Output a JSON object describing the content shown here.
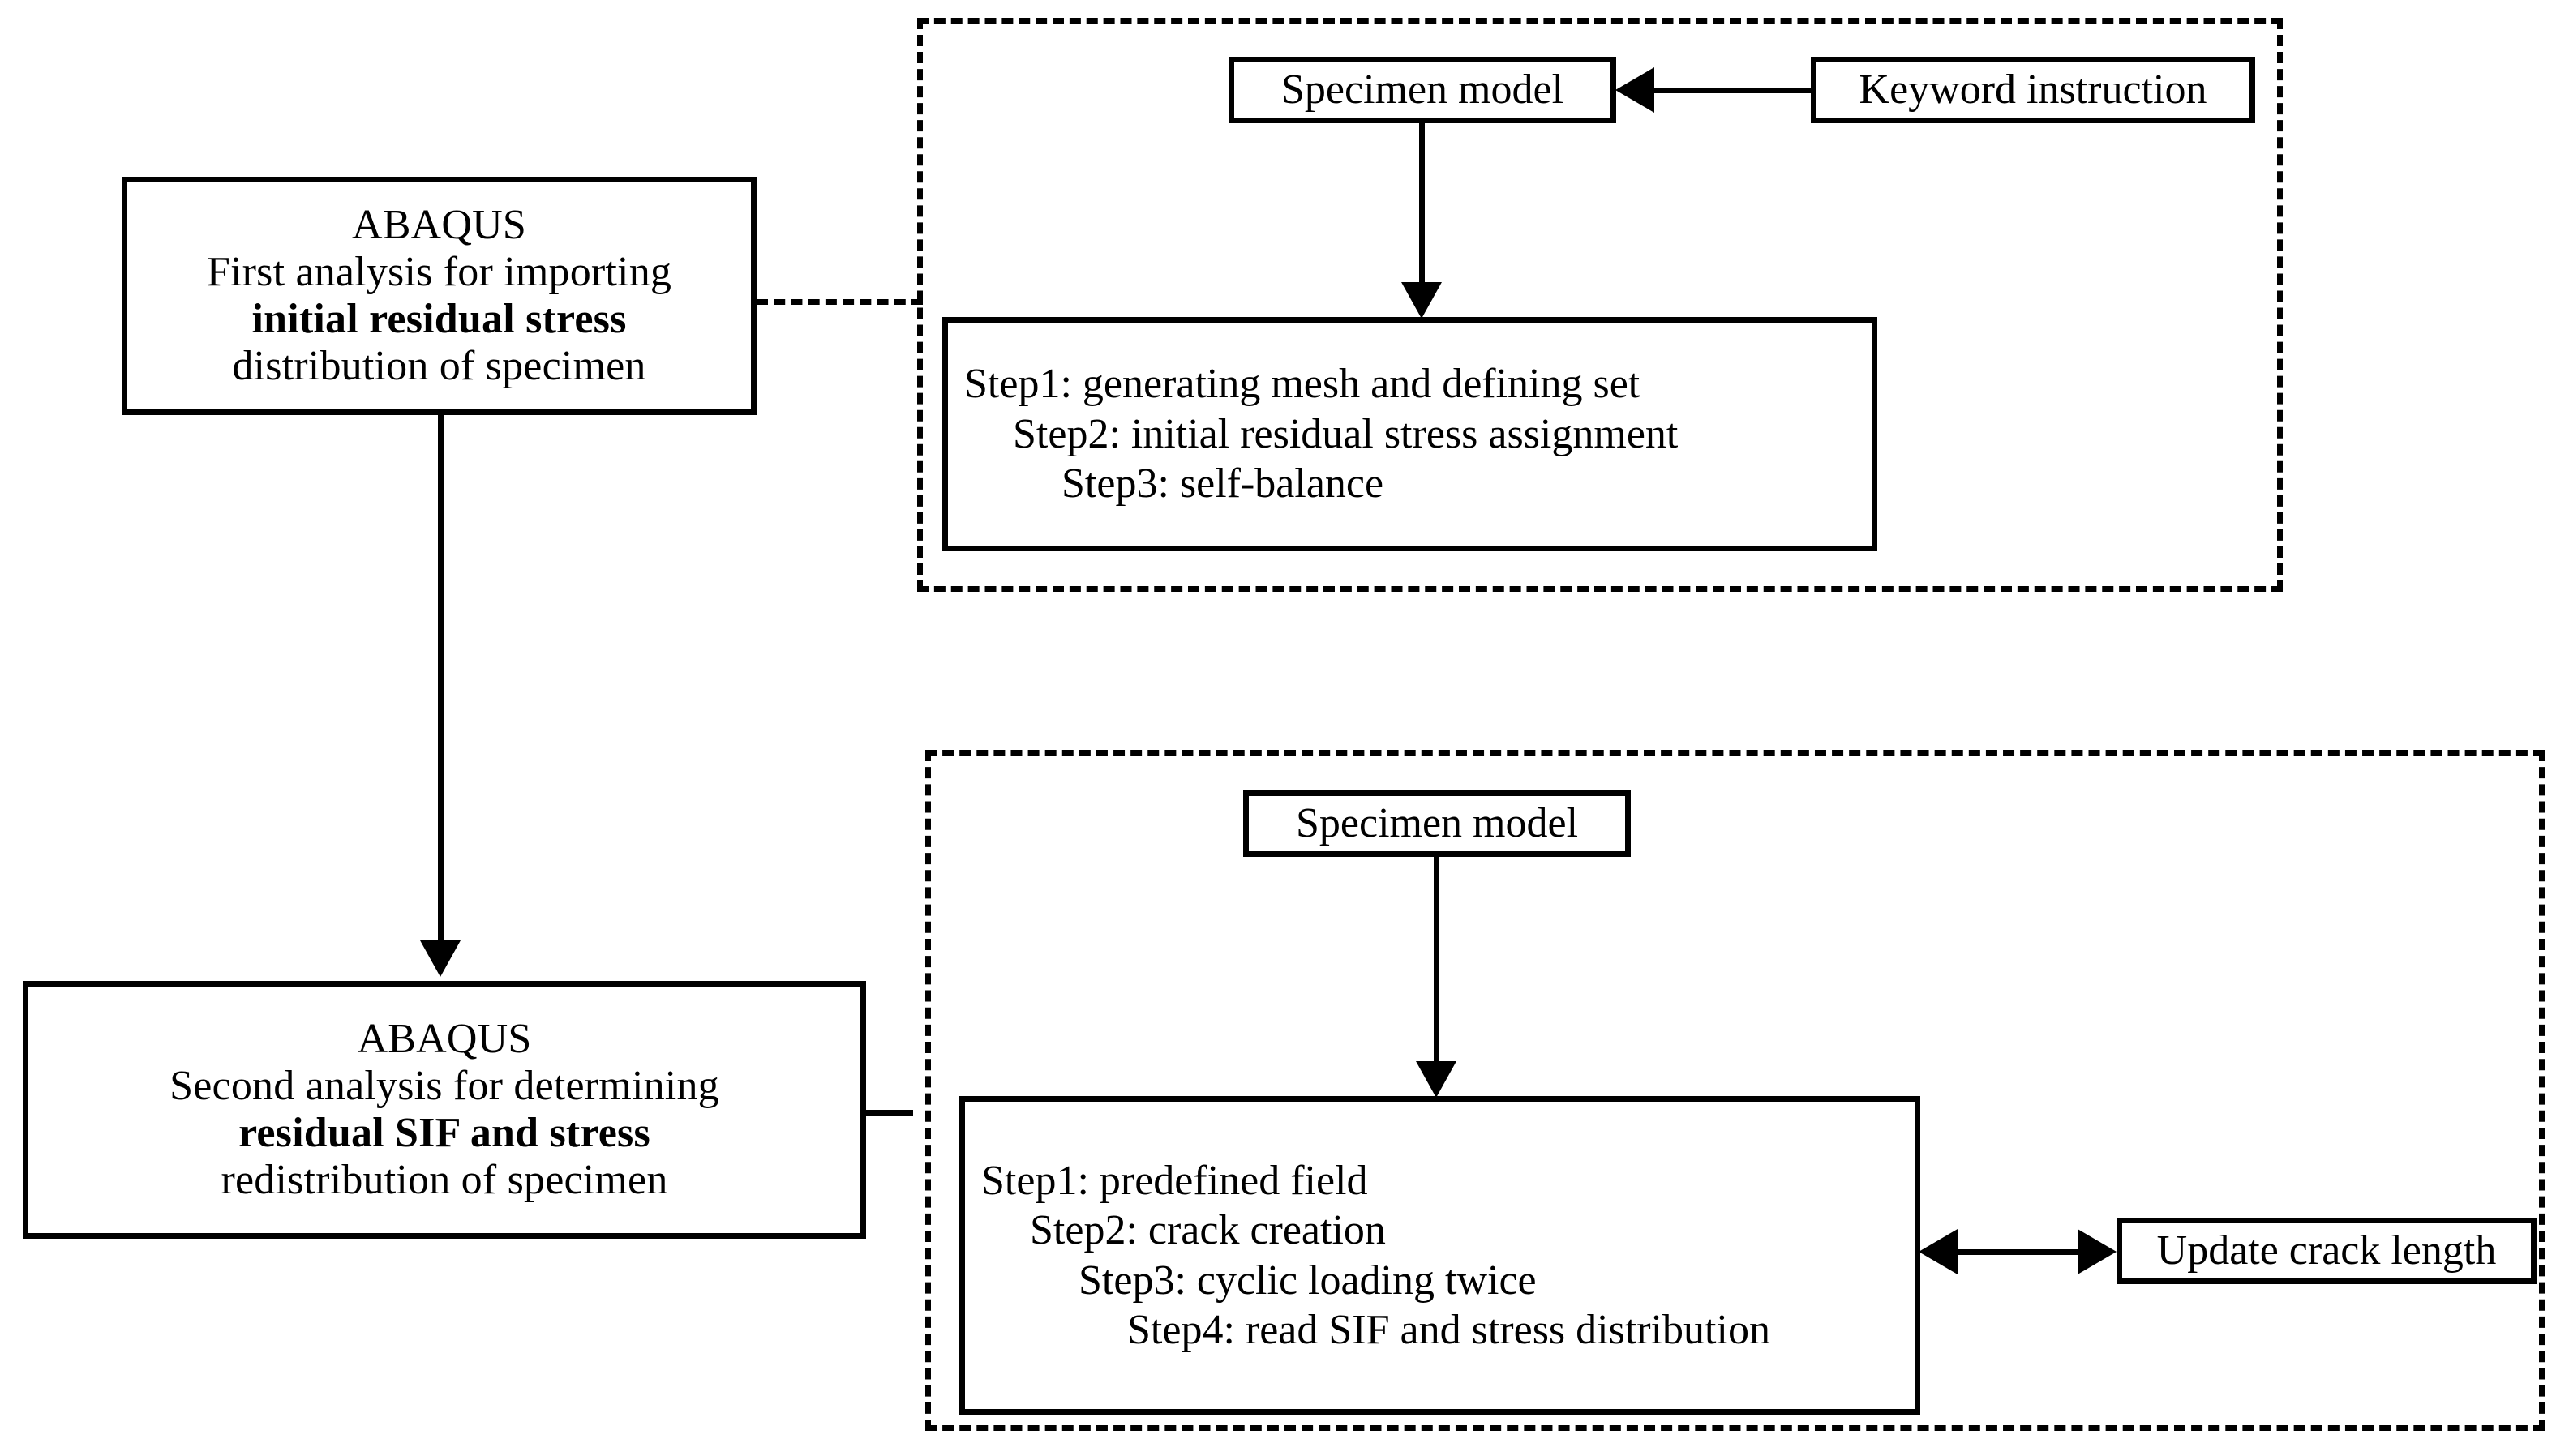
{
  "diagram": {
    "title": "ABAQUS residual stress and SIF analysis flowchart",
    "colors": {
      "stroke": "#000000",
      "background": "#ffffff"
    },
    "left_boxes": [
      {
        "id": "abaqus-first-analysis",
        "lines": [
          {
            "text": "ABAQUS",
            "bold": false
          },
          {
            "text": "First analysis for importing",
            "bold": false
          },
          {
            "text": "initial residual stress",
            "bold": true
          },
          {
            "text": "distribution of specimen",
            "bold": false,
            "bold_prefix": "distribution"
          }
        ],
        "line1": "ABAQUS",
        "line2": "First analysis for importing",
        "line3": "initial residual stress",
        "line4_bold": "distribution",
        "line4_rest": " of specimen"
      },
      {
        "id": "abaqus-second-analysis",
        "line1": "ABAQUS",
        "line2": "Second analysis for determining",
        "line3": "residual SIF and stress",
        "line4_bold": "redistribution",
        "line4_rest": " of specimen"
      }
    ],
    "top_group": {
      "specimen_model": "Specimen model",
      "keyword_instruction": "Keyword instruction",
      "steps": [
        "Step1: generating mesh and defining set",
        "Step2: initial residual stress assignment",
        "Step3: self-balance"
      ]
    },
    "bottom_group": {
      "specimen_model": "Specimen model",
      "update_crack_length": "Update crack length",
      "steps": [
        "Step1: predefined field",
        "Step2: crack creation",
        "Step3: cyclic loading twice",
        "Step4: read SIF and stress distribution"
      ]
    }
  }
}
